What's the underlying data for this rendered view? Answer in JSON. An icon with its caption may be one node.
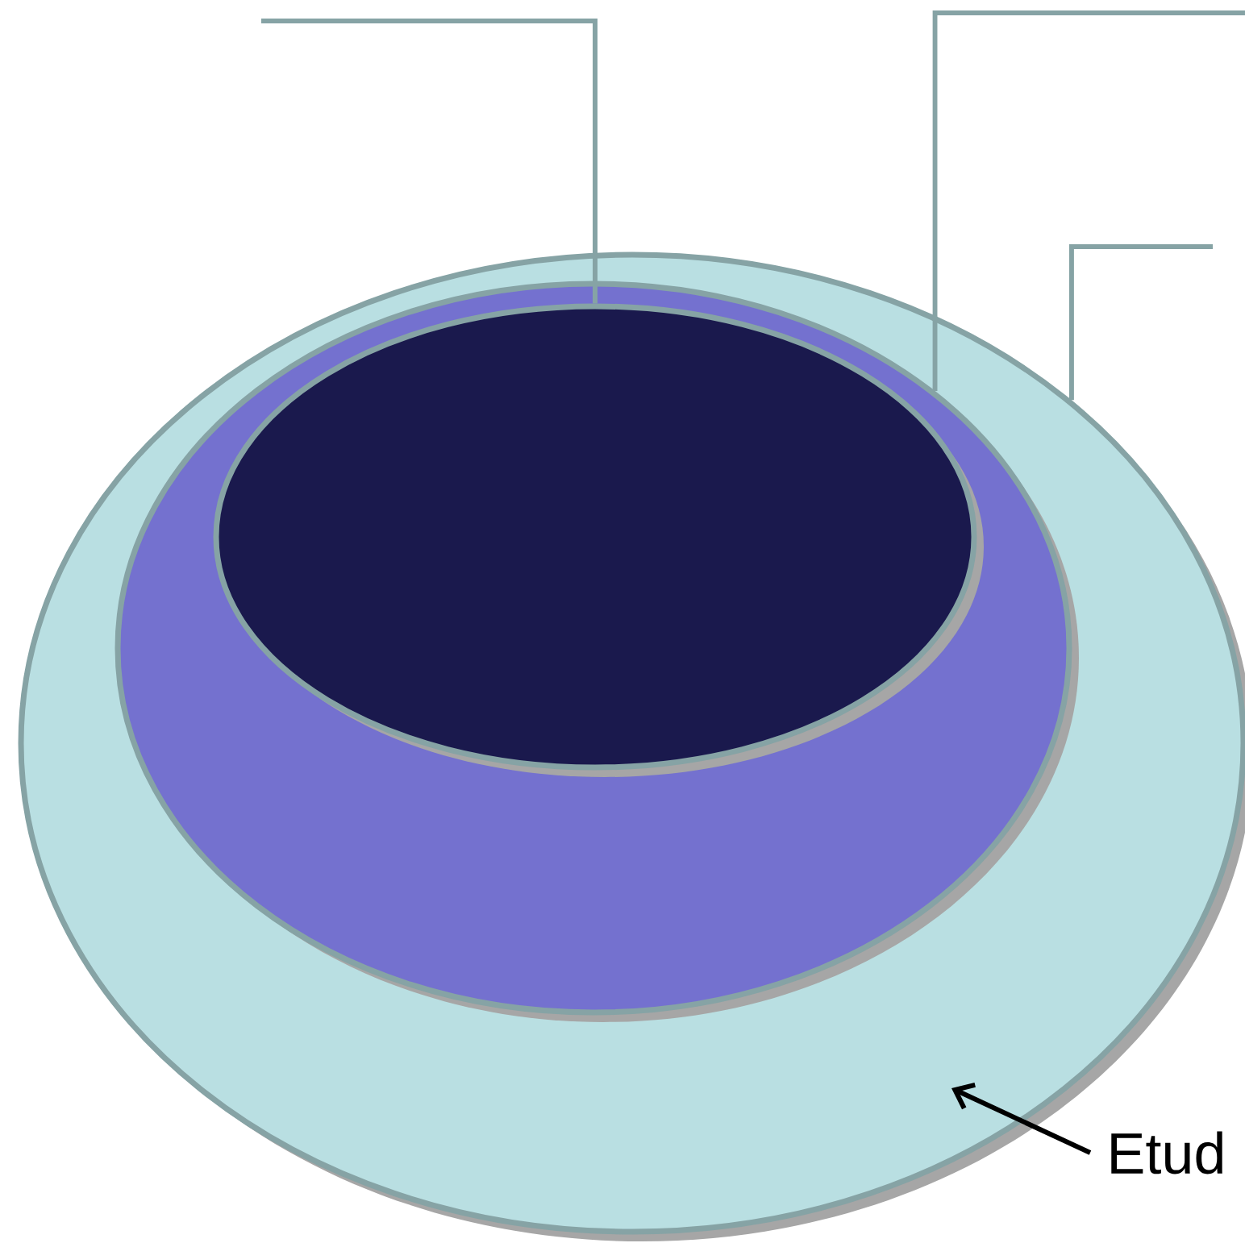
{
  "diagram": {
    "nodes": [
      {
        "text": [],
        "shape": "ellipse"
      },
      {
        "text": [],
        "shape": "ellipse",
        "in": 0
      },
      {
        "text": [],
        "shape": "ellipse",
        "in": 1
      },
      {
        "text": [
          "Etud"
        ]
      }
    ],
    "edges": [
      {
        "from": null,
        "to": 2,
        "arrow": "none"
      },
      {
        "from": null,
        "to": 1,
        "arrow": "none"
      },
      {
        "from": null,
        "to": 0,
        "arrow": "none"
      },
      {
        "from": 3,
        "to": 0,
        "arrow": "to",
        "color": "#000000"
      }
    ]
  }
}
